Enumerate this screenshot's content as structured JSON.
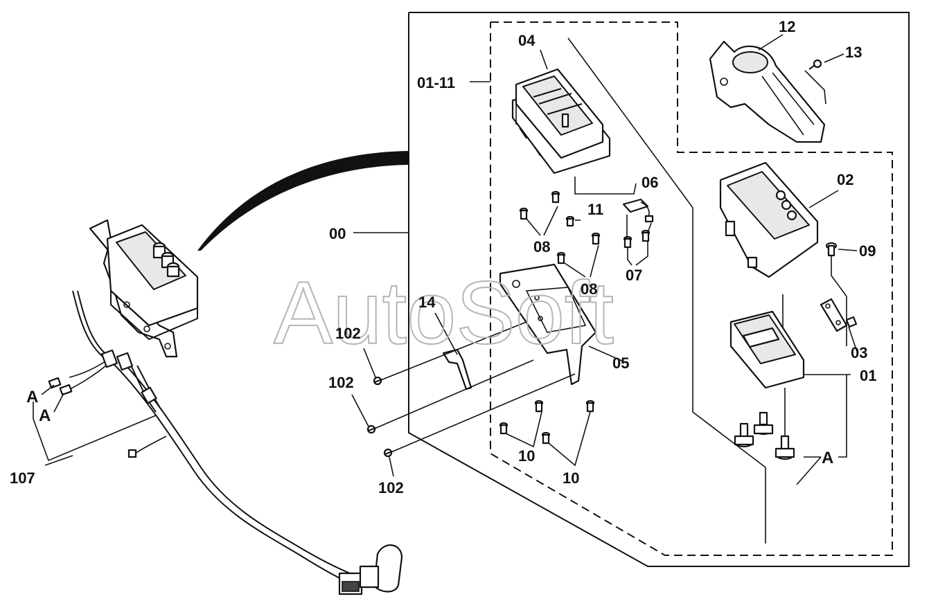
{
  "watermark": "AutoSoft",
  "labels": {
    "l01_11": "01-11",
    "l00": "00",
    "l01": "01",
    "l02": "02",
    "l03": "03",
    "l04": "04",
    "l05": "05",
    "l06": "06",
    "l07": "07",
    "l08a": "08",
    "l08b": "08",
    "l09": "09",
    "l10a": "10",
    "l10b": "10",
    "l11": "11",
    "l12": "12",
    "l13": "13",
    "l14": "14",
    "l102a": "102",
    "l102b": "102",
    "l102c": "102",
    "l107": "107",
    "lA1": "A",
    "lA2": "A",
    "lA3": "A"
  }
}
